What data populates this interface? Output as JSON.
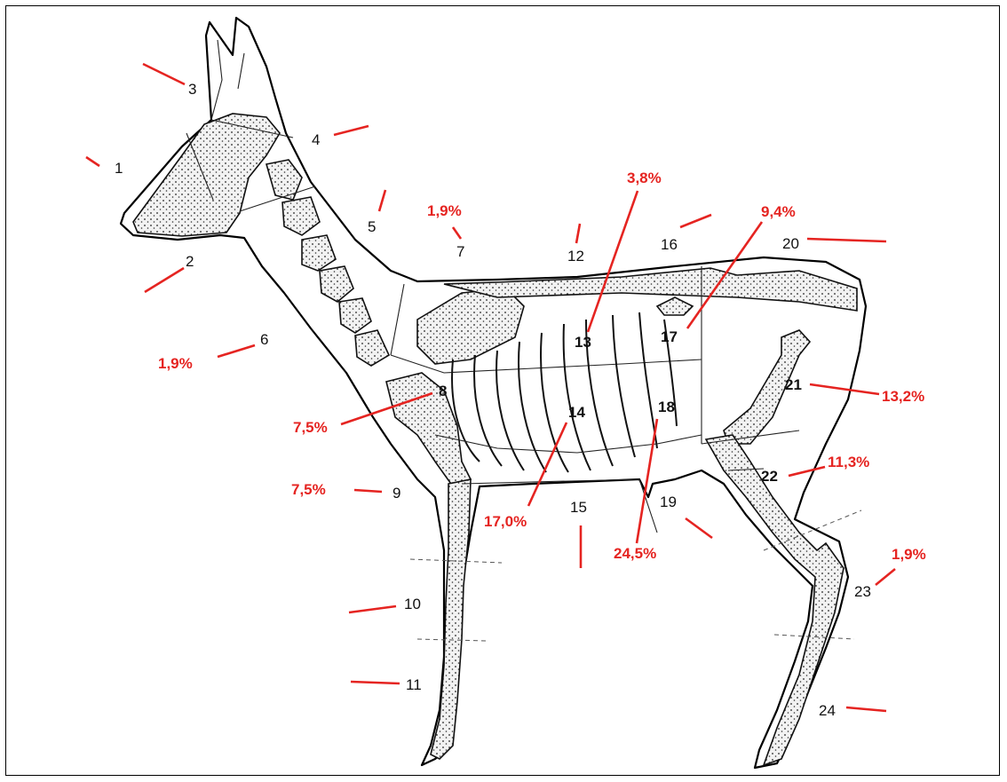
{
  "colors": {
    "label": "#111111",
    "percent": "#e52421",
    "leader": "#e52421"
  },
  "regions": [
    {
      "number": "1"
    },
    {
      "number": "2"
    },
    {
      "number": "3"
    },
    {
      "number": "4"
    },
    {
      "number": "5"
    },
    {
      "number": "6",
      "percent": "1,9%"
    },
    {
      "number": "7",
      "percent": "1,9%"
    },
    {
      "number": "8",
      "percent": "7,5%"
    },
    {
      "number": "9",
      "percent": "7,5%"
    },
    {
      "number": "10"
    },
    {
      "number": "11"
    },
    {
      "number": "12"
    },
    {
      "number": "13",
      "percent": "3,8%"
    },
    {
      "number": "14",
      "percent": "17,0%"
    },
    {
      "number": "15"
    },
    {
      "number": "16"
    },
    {
      "number": "17",
      "percent": "9,4%"
    },
    {
      "number": "18",
      "percent": "24,5%"
    },
    {
      "number": "19"
    },
    {
      "number": "20"
    },
    {
      "number": "21",
      "percent": "13,2%"
    },
    {
      "number": "22",
      "percent": "11,3%"
    },
    {
      "number": "23",
      "percent": "1,9%"
    },
    {
      "number": "24"
    }
  ]
}
